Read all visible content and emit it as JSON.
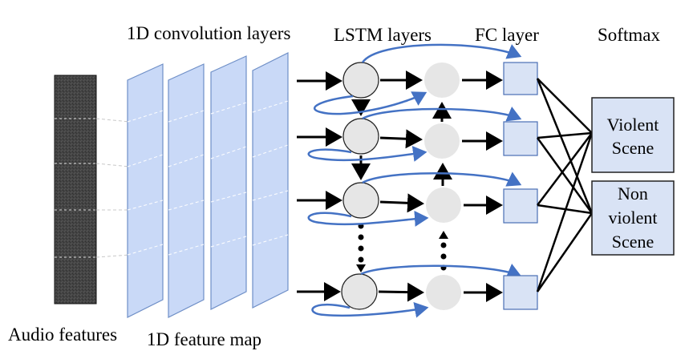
{
  "labels": {
    "conv_layers": "1D convolution layers",
    "lstm_layers": "LSTM layers",
    "fc_layer": "FC layer",
    "softmax": "Softmax",
    "audio_features": "Audio features",
    "feature_map": "1D feature map"
  },
  "outputs": [
    {
      "lines": [
        "Violent",
        "Scene"
      ]
    },
    {
      "lines": [
        "Non",
        "violent",
        "Scene"
      ]
    }
  ],
  "colors": {
    "panel_fill": "#c9d9f7",
    "panel_stroke": "#6f8fc7",
    "fc_fill": "#d9e3f5",
    "fc_stroke": "#4a6fb5",
    "lstm_node": "#e6e6e6",
    "loop_arrow": "#4472c4",
    "audio_block": "#3f3f3f",
    "arrow": "#000000"
  }
}
